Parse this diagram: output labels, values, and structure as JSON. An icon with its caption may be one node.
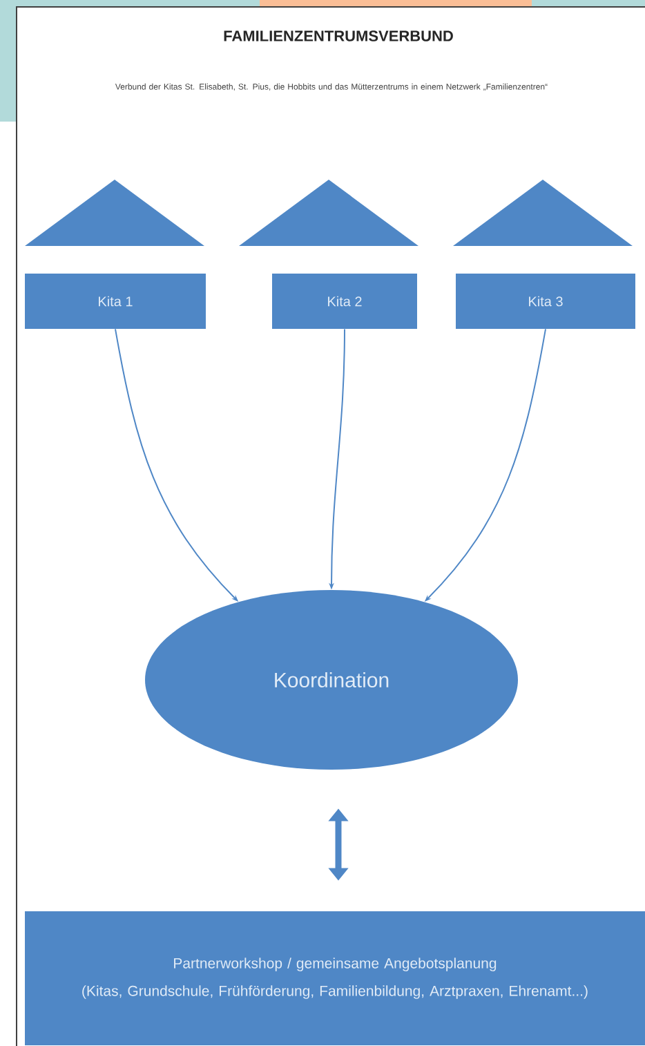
{
  "diagram": {
    "title": "FAMILIENZENTRUMSVERBUND",
    "nodes": [
      {
        "text": [],
        "shape": "triangle"
      },
      {
        "text": [],
        "shape": "triangle"
      },
      {
        "text": [],
        "shape": "triangle"
      },
      {
        "text": [
          "Kita 1"
        ]
      },
      {
        "text": [
          "Kita 2"
        ]
      },
      {
        "text": [
          "Kita 3"
        ]
      },
      {
        "text": [
          "Koordination"
        ]
      },
      {
        "text": [
          "Partnerworkshop / gemeinsame Angebotsplanung",
          "(Kitas, Grundschule, Frühförderung, Familienbildung, Arztpraxen, Ehrenamt...)"
        ]
      }
    ],
    "edges": [
      {
        "from": 3,
        "to": 6,
        "arrow": "to"
      },
      {
        "from": 4,
        "to": 6,
        "arrow": "to"
      },
      {
        "from": 5,
        "to": 6,
        "arrow": "to"
      },
      {
        "from": 6,
        "to": 7,
        "arrow": "both",
        "style": "thick"
      }
    ],
    "labels": [
      "Verbund der Kitas St. Elisabeth, St. Pius, die Hobbits und das Mütterzentrums in einem Netzwerk „Familienzentren“"
    ]
  }
}
